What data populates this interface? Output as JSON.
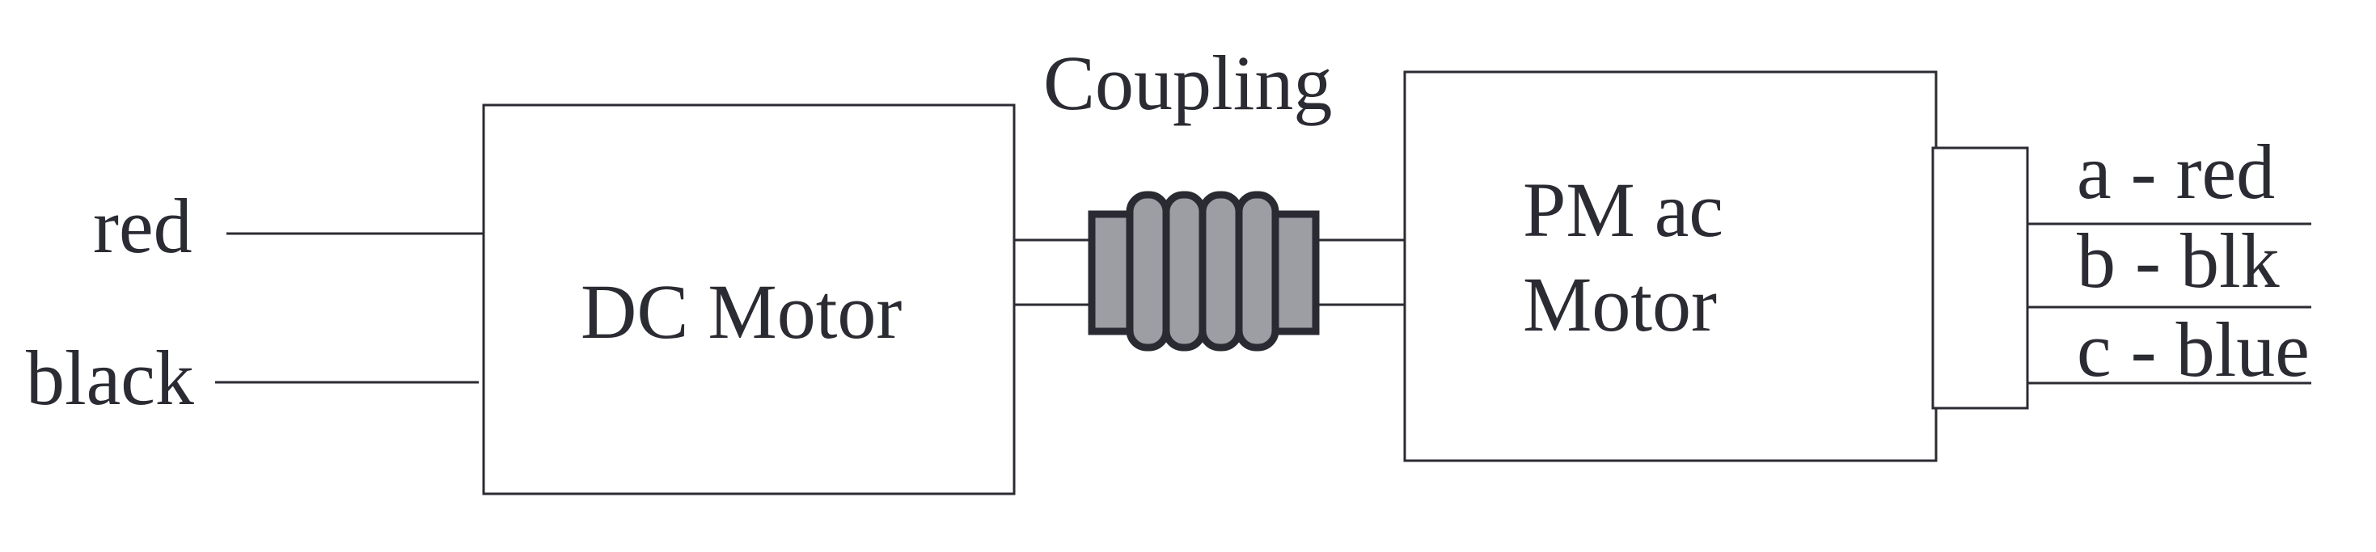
{
  "colors": {
    "line": "#2b2b33",
    "coupling_fill": "#9d9ea3",
    "coupling_stroke": "#2a2a33"
  },
  "dc_motor": {
    "label": "DC Motor",
    "leads": [
      "red",
      "black"
    ]
  },
  "coupling": {
    "label": "Coupling"
  },
  "pm_motor": {
    "label_line1": "PM ac",
    "label_line2": "Motor",
    "leads": [
      "a - red",
      "b - blk",
      "c - blue"
    ]
  }
}
